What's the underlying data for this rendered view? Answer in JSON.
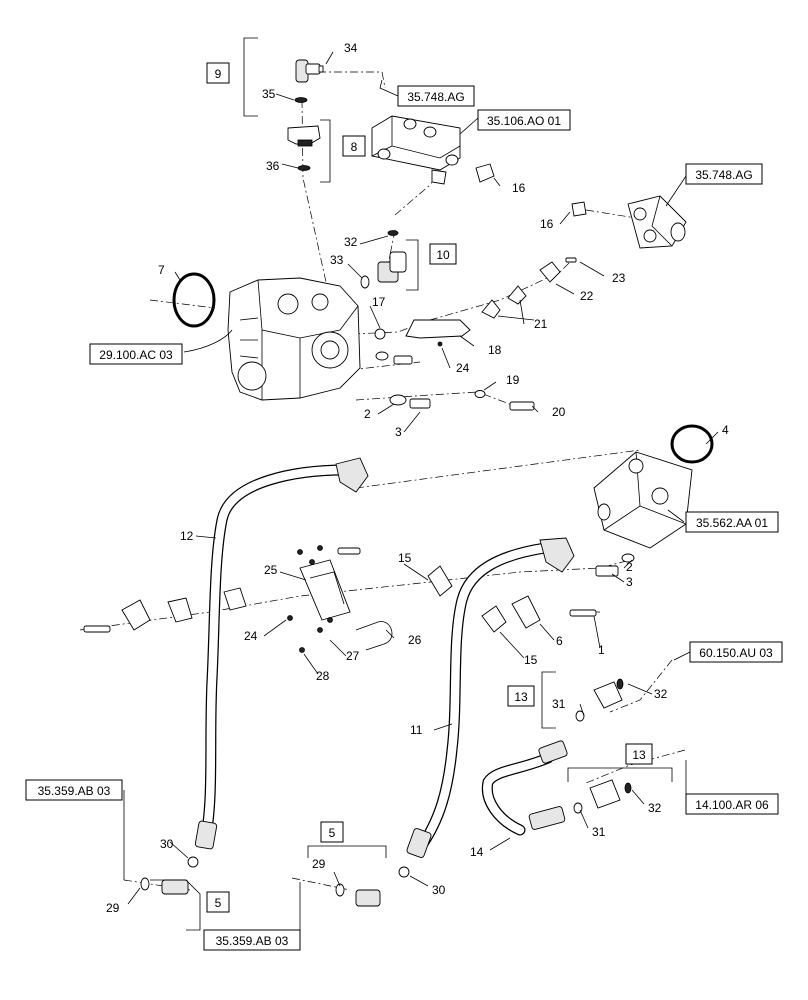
{
  "diagram": {
    "part_numbers": [
      {
        "id": "n1",
        "text": "1"
      },
      {
        "id": "n2a",
        "text": "2"
      },
      {
        "id": "n2b",
        "text": "2"
      },
      {
        "id": "n3a",
        "text": "3"
      },
      {
        "id": "n3b",
        "text": "3"
      },
      {
        "id": "n4",
        "text": "4"
      },
      {
        "id": "n6",
        "text": "6"
      },
      {
        "id": "n7",
        "text": "7"
      },
      {
        "id": "n11",
        "text": "11"
      },
      {
        "id": "n12",
        "text": "12"
      },
      {
        "id": "n14",
        "text": "14"
      },
      {
        "id": "n15a",
        "text": "15"
      },
      {
        "id": "n15b",
        "text": "15"
      },
      {
        "id": "n16a",
        "text": "16"
      },
      {
        "id": "n16b",
        "text": "16"
      },
      {
        "id": "n17",
        "text": "17"
      },
      {
        "id": "n18",
        "text": "18"
      },
      {
        "id": "n19",
        "text": "19"
      },
      {
        "id": "n20",
        "text": "20"
      },
      {
        "id": "n21",
        "text": "21"
      },
      {
        "id": "n22",
        "text": "22"
      },
      {
        "id": "n23",
        "text": "23"
      },
      {
        "id": "n24a",
        "text": "24"
      },
      {
        "id": "n24b",
        "text": "24"
      },
      {
        "id": "n25",
        "text": "25"
      },
      {
        "id": "n26",
        "text": "26"
      },
      {
        "id": "n27",
        "text": "27"
      },
      {
        "id": "n28",
        "text": "28"
      },
      {
        "id": "n29a",
        "text": "29"
      },
      {
        "id": "n29b",
        "text": "29"
      },
      {
        "id": "n30a",
        "text": "30"
      },
      {
        "id": "n30b",
        "text": "30"
      },
      {
        "id": "n31a",
        "text": "31"
      },
      {
        "id": "n31b",
        "text": "31"
      },
      {
        "id": "n32a",
        "text": "32"
      },
      {
        "id": "n32b",
        "text": "32"
      },
      {
        "id": "n32c",
        "text": "32"
      },
      {
        "id": "n33",
        "text": "33"
      },
      {
        "id": "n34",
        "text": "34"
      },
      {
        "id": "n35",
        "text": "35"
      },
      {
        "id": "n36",
        "text": "36"
      }
    ],
    "kit_boxes": [
      {
        "id": "k9",
        "text": "9"
      },
      {
        "id": "k8",
        "text": "8"
      },
      {
        "id": "k10",
        "text": "10"
      },
      {
        "id": "k13a",
        "text": "13"
      },
      {
        "id": "k13b",
        "text": "13"
      },
      {
        "id": "k5a",
        "text": "5"
      },
      {
        "id": "k5b",
        "text": "5"
      }
    ],
    "references": [
      {
        "id": "r1",
        "text": "35.748.AG"
      },
      {
        "id": "r2",
        "text": "35.106.AO 01"
      },
      {
        "id": "r3",
        "text": "35.748.AG"
      },
      {
        "id": "r4",
        "text": "29.100.AC 03"
      },
      {
        "id": "r5",
        "text": "35.562.AA 01"
      },
      {
        "id": "r6",
        "text": "60.150.AU 03"
      },
      {
        "id": "r7",
        "text": "14.100.AR 06"
      },
      {
        "id": "r8",
        "text": "35.359.AB 03"
      },
      {
        "id": "r9",
        "text": "35.359.AB 03"
      }
    ]
  }
}
